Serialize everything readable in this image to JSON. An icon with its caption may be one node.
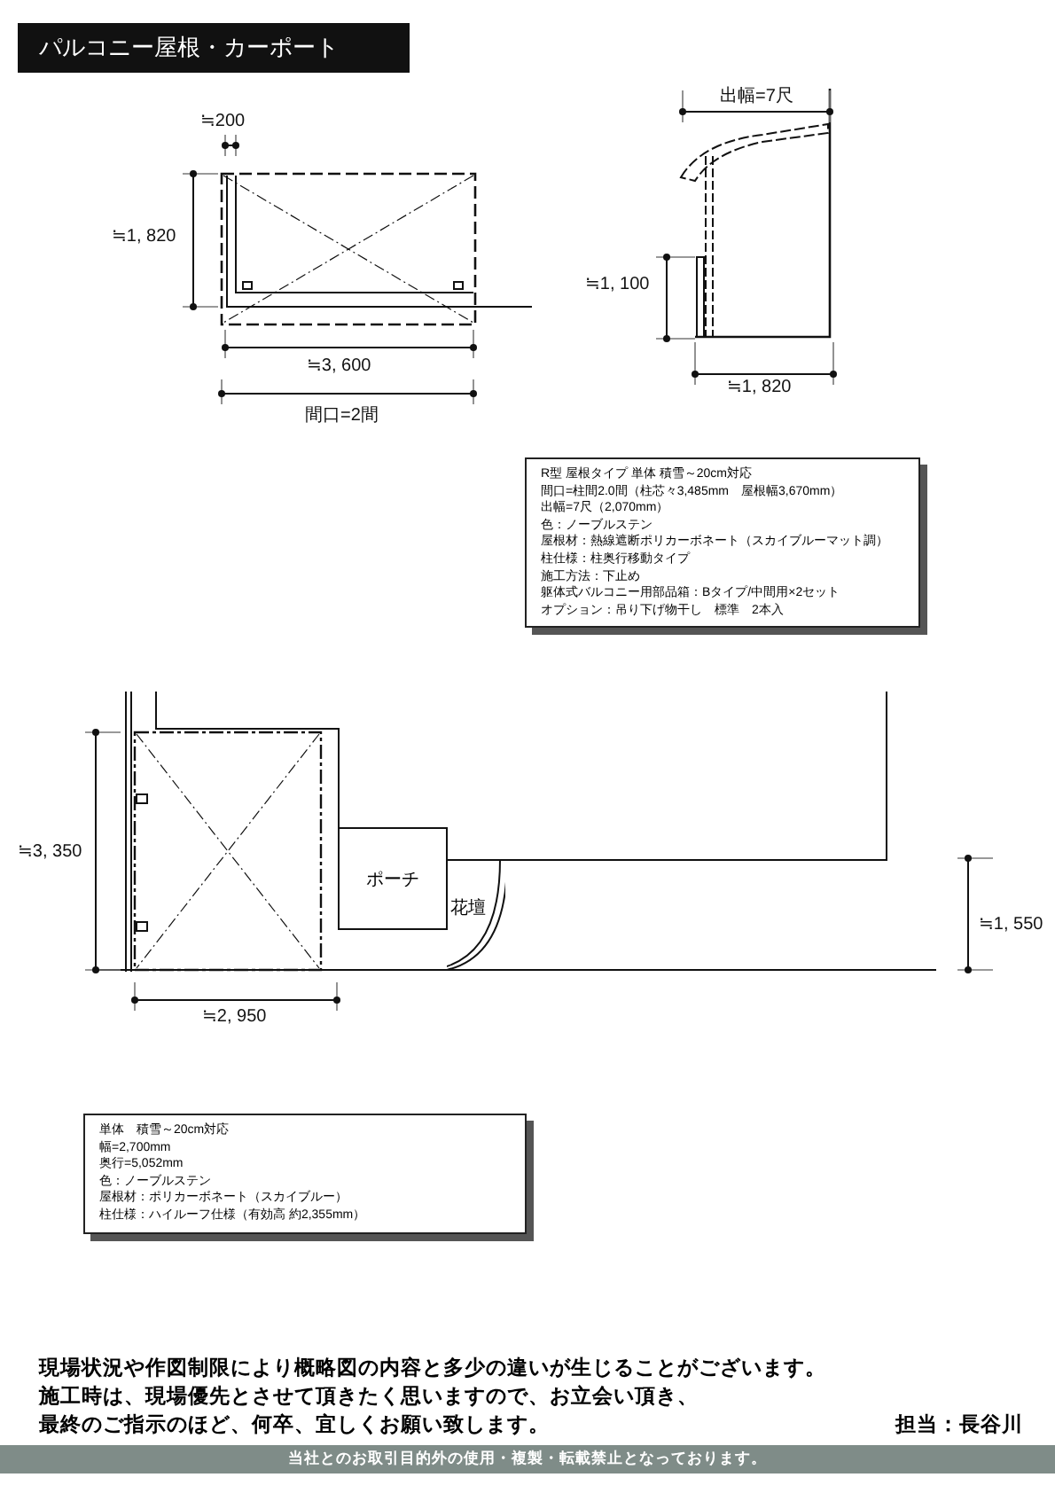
{
  "diagram": {
    "title": "パルコニー屋根・カーポート",
    "nodes": [
      {
        "text": [
          "R型 屋根タイプ 単体 積雪～20cm対応",
          "間口=柱間2.0間（柱芯々3,485mm　屋根幅3,670mm）",
          "出幅=7尺（2,070mm）",
          "色：ノーブルステン",
          "屋根材：熱線遮断ポリカーボネート（スカイブルーマット調）",
          "柱仕様：柱奥行移動タイプ",
          "施工方法：下止め",
          "躯体式バルコニー用部品箱：Bタイプ/中間用×2セット",
          "オプション：吊り下げ物干し　標準　2本入"
        ]
      },
      {
        "text": [
          "単体　積雪～20cm対応",
          "幅=2,700mm",
          "奥行=5,052mm",
          "色：ノーブルステン",
          "屋根材：ポリカーボネート（スカイブルー）",
          "柱仕様：ハイルーフ仕様（有効高 約2,355mm）"
        ]
      },
      {
        "text": [
          "ポーチ"
        ]
      },
      {
        "text": [
          "花壇"
        ]
      }
    ],
    "labels": [
      "≒200",
      "出幅=7尺",
      "≒1, 820",
      "≒1, 100",
      "≒3, 600",
      "≒1, 820",
      "間口=2間",
      "≒3, 350",
      "≒1, 550",
      "≒2, 950",
      "現場状況や作図制限により概略図の内容と多少の違いが生じることがございます。",
      "施工時は、現場優先とさせて頂きたく思いますので、お立会い頂き、",
      "最終のご指示のほど、何卒、宜しくお願い致します。",
      "担当：長谷川",
      "当社とのお取引目的外の使用・複製・転載禁止となっております。"
    ]
  }
}
